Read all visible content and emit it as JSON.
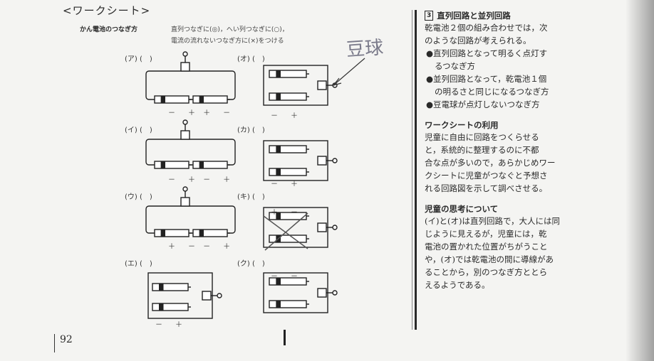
{
  "header": {
    "title": "<ワークシート>",
    "subtitle": "かん電池のつなぎ方",
    "instructions": [
      "直列つなぎに(◎)，へい列つなぎに(○)，",
      "電流の流れないつなぎ方に(×)をつける"
    ]
  },
  "diagrams": [
    {
      "label": "(ア) (　)",
      "polarity": "－　＋ ＋　－"
    },
    {
      "label": "(イ) (　)",
      "polarity": "－　＋ －　＋"
    },
    {
      "label": "(ウ) (　)",
      "polarity": "＋　－ －　＋"
    },
    {
      "label": "(エ) (　)",
      "polarity": "－　＋"
    },
    {
      "label": "(オ) (　)",
      "polarity": "－　＋"
    },
    {
      "label": "(カ) (　)",
      "polarity": "－　＋"
    },
    {
      "label": "(キ) (　)",
      "polarity": "＋　－"
    },
    {
      "label": "(ク) (　)",
      "polarity": "－　－"
    }
  ],
  "annotation": "豆球",
  "page_number": "92",
  "right_column": {
    "section_number": "3",
    "section_title": "直列回路と並列回路",
    "intro": [
      "乾電池２個の組み合わせでは，次",
      "のような回路が考えられる。"
    ],
    "bullets": [
      "●直列回路となって明るく点灯す",
      "るつなぎ方",
      "●並列回路となって，乾電池１個",
      "の明るさと同じになるつなぎ方",
      "●豆電球が点灯しないつなぎ方"
    ],
    "usage_title": "ワークシートの利用",
    "usage_text": [
      "児童に自由に回路をつくらせる",
      "と，系統的に整理するのに不都",
      "合な点が多いので，あらかじめワー",
      "クシートに児童がつなぐと予想さ",
      "れる回路図を示して調べさせる。"
    ],
    "thinking_title": "児童の思考について",
    "thinking_text": [
      "(イ)と(オ)は直列回路で，大人には同",
      "じように見えるが，児童には，乾",
      "電池の置かれた位置がちがうこと",
      "や，(オ)では乾電池の間に導線があ",
      "ることから，別のつなぎ方ととら",
      "えるようである。"
    ]
  },
  "colors": {
    "ink": "#2a2a2a",
    "paper": "#f4f4f2"
  }
}
